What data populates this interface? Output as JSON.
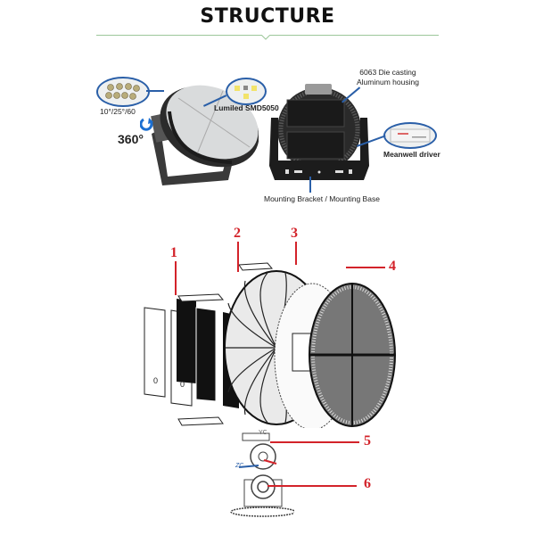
{
  "header": {
    "title": "STRUCTURE",
    "divider_color": "#9cc79a"
  },
  "product_photos": {
    "front_view": {
      "callouts": [
        {
          "id": "beam-angle",
          "label": "10°/25°/60"
        },
        {
          "id": "led-chip",
          "label": "Lumiled SMD5050"
        },
        {
          "id": "rotation",
          "label": "360°"
        }
      ]
    },
    "rear_view": {
      "callouts": [
        {
          "id": "housing",
          "label": "6063 Die casting\nAluminum housing",
          "line1": "6063 Die casting",
          "line2": "Aluminum housing"
        },
        {
          "id": "driver",
          "label": "Meanwell driver"
        },
        {
          "id": "bracket",
          "label": "Mounting Bracket / Mounting Base"
        }
      ]
    },
    "callout_line_color": "#2a5fa8"
  },
  "exploded_view": {
    "label_color": "#d3232a",
    "parts": [
      {
        "number": "1"
      },
      {
        "number": "2"
      },
      {
        "number": "3"
      },
      {
        "number": "4"
      },
      {
        "number": "5"
      },
      {
        "number": "6"
      }
    ],
    "panel_marks": [
      "0",
      "0"
    ],
    "axis_labels": {
      "top": "YC",
      "left": "ZC"
    }
  }
}
